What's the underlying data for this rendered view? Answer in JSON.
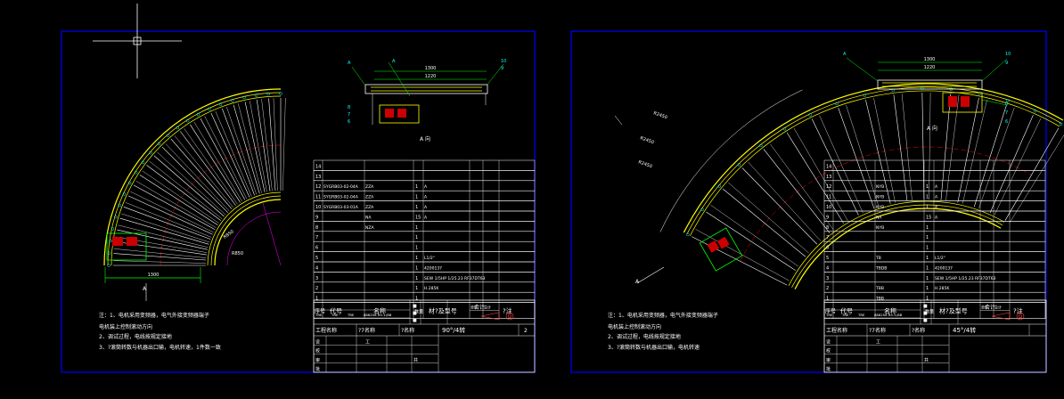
{
  "colors": {
    "background": "#000000",
    "frame": "#0000ff",
    "lines": "#ffffff",
    "conveyor": "#ffff00",
    "dimension": "#00ff00",
    "centerline": "#ff0000",
    "motor": "#ff0000",
    "guide": "#ff00ff"
  },
  "cursor": {
    "icon": "crosshair-cursor-icon"
  },
  "left_sheet": {
    "view_label": "A 向",
    "arrow_label": "A",
    "dim_width": "1300",
    "dim_inner": "1220",
    "dim_bottom": "1300",
    "callouts": [
      "A",
      "10",
      "9",
      "8",
      "7",
      "6",
      "5",
      "4",
      "3"
    ],
    "radius_labels": [
      "R850",
      "R850"
    ],
    "parts_rows": [
      {
        "no": "14",
        "code": "",
        "name": "",
        "qty": "",
        "mat": ""
      },
      {
        "no": "13",
        "code": "",
        "name": "",
        "qty": "",
        "mat": ""
      },
      {
        "no": "12",
        "code": "SYGRB03-02-04A",
        "name": "ZZA",
        "qty": "1",
        "mat": "A"
      },
      {
        "no": "11",
        "code": "SYGRB03-02-04A",
        "name": "ZZA",
        "qty": "1",
        "mat": "A"
      },
      {
        "no": "10",
        "code": "SYGRB03-03-01A",
        "name": "ZZA",
        "qty": "1",
        "mat": "A"
      },
      {
        "no": "9",
        "code": "",
        "name": "NA",
        "qty": "15",
        "mat": "A"
      },
      {
        "no": "8",
        "code": "",
        "name": "NZA",
        "qty": "1",
        "mat": ""
      },
      {
        "no": "7",
        "code": "",
        "name": "",
        "qty": "1",
        "mat": ""
      },
      {
        "no": "6",
        "code": "",
        "name": "",
        "qty": "1",
        "mat": ""
      },
      {
        "no": "5",
        "code": "",
        "name": "",
        "qty": "1",
        "mat": "L1/2\""
      },
      {
        "no": "4",
        "code": "",
        "name": "",
        "qty": "1",
        "mat": "4200137"
      },
      {
        "no": "3",
        "code": "",
        "name": "",
        "qty": "1",
        "mat": "SEW 1/5HP 1/25.23 RF37DT63"
      },
      {
        "no": "2",
        "code": "",
        "name": "",
        "qty": "1",
        "mat": "H.285K"
      },
      {
        "no": "1",
        "code": "",
        "name": "",
        "qty": "1",
        "mat": ""
      }
    ],
    "header": {
      "seq": "序号",
      "code": "代号",
      "name": "名称",
      "qty": "数量",
      "mat": "材?及型号",
      "unit": "单件",
      "total": "总计",
      "remark": "?注"
    },
    "title_block": {
      "scale_row": [
        "TRE",
        "TRE",
        "TRE",
        "888256 R",
        "<-1/8B",
        ""
      ],
      "qty_row": "合计",
      "project_label": "工程名称",
      "part_label": "?7名称",
      "dept_label": "?名称",
      "drawing_title": "90°/4转",
      "rows": [
        "设",
        "校",
        "审",
        "批"
      ],
      "cols": [
        "工",
        "",
        "",
        "共"
      ],
      "sheet": "2"
    },
    "notes": [
      "注：1、电机采用变频器，电气外接变频器端子",
      "        电机装上控制滚动方向",
      "    2、调试过程，电线按规定接地",
      "    3、?滚筒转数与机器出口输，电机转速，1件数一致"
    ]
  },
  "right_sheet": {
    "view_label": "A 向",
    "arrow_label": "A",
    "dim_width": "1300",
    "dim_inner": "1220",
    "callouts": [
      "A",
      "10",
      "9",
      "8",
      "7",
      "6",
      "5",
      "4",
      "3"
    ],
    "radius_labels": [
      "R2450",
      "R2450",
      "R2450"
    ],
    "parts_rows": [
      {
        "no": "14",
        "code": "",
        "name": "",
        "qty": "",
        "mat": ""
      },
      {
        "no": "13",
        "code": "",
        "name": "",
        "qty": "",
        "mat": ""
      },
      {
        "no": "12",
        "code": "",
        "name": "NYB",
        "qty": "1",
        "mat": "A"
      },
      {
        "no": "11",
        "code": "",
        "name": "NYB",
        "qty": "1",
        "mat": "A"
      },
      {
        "no": "10",
        "code": "",
        "name": "NYB",
        "qty": "1",
        "mat": "A"
      },
      {
        "no": "9",
        "code": "",
        "name": "NA",
        "qty": "15",
        "mat": "A"
      },
      {
        "no": "8",
        "code": "",
        "name": "NYB",
        "qty": "1",
        "mat": ""
      },
      {
        "no": "7",
        "code": "",
        "name": "",
        "qty": "1",
        "mat": ""
      },
      {
        "no": "6",
        "code": "",
        "name": "",
        "qty": "1",
        "mat": ""
      },
      {
        "no": "5",
        "code": "",
        "name": "TB",
        "qty": "1",
        "mat": "L1/2\""
      },
      {
        "no": "4",
        "code": "",
        "name": "TBDB",
        "qty": "1",
        "mat": "4200137"
      },
      {
        "no": "3",
        "code": "",
        "name": "",
        "qty": "1",
        "mat": "SEW 1/5HP 1/25.23 RF37DT63"
      },
      {
        "no": "2",
        "code": "",
        "name": "TBB",
        "qty": "1",
        "mat": "H.285K"
      },
      {
        "no": "1",
        "code": "",
        "name": "TBB",
        "qty": "1",
        "mat": ""
      }
    ],
    "header": {
      "seq": "序号",
      "code": "代号",
      "name": "名称",
      "qty": "数量",
      "mat": "材?及型号",
      "unit": "单件",
      "total": "总计",
      "remark": "?注"
    },
    "title_block": {
      "scale_row": [
        "TRE",
        "TRE",
        "TRE",
        "888256 R",
        "<-1/8B",
        ""
      ],
      "qty_row": "合计",
      "project_label": "工程名称",
      "part_label": "?7名称",
      "dept_label": "?名称",
      "drawing_title": "45°/4转",
      "rows": [
        "设",
        "校",
        "审",
        "批"
      ],
      "cols": [
        "工",
        "",
        "",
        "共"
      ],
      "sheet": ""
    },
    "notes": [
      "注：1、电机采用变频器，电气外接变频器端子",
      "        电机装上控制滚动方向",
      "    2、调试过程，电线按规定接地",
      "    3、?滚筒转数与机器出口输，电机转速"
    ]
  }
}
